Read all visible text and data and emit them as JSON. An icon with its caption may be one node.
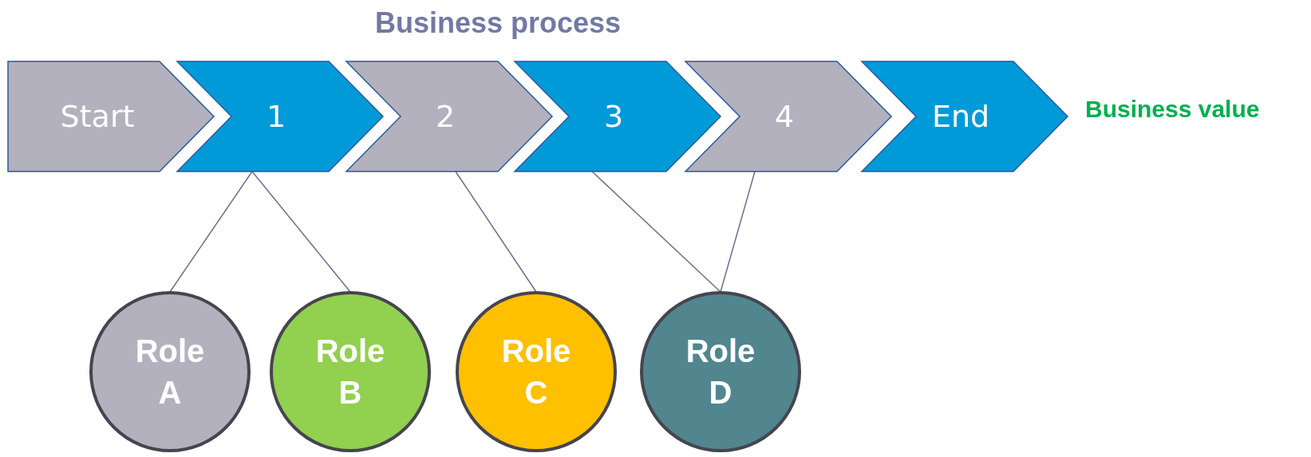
{
  "diagram": {
    "title": "Business process",
    "nodes": [
      {
        "text": [
          "Start"
        ]
      },
      {
        "text": [
          "1"
        ]
      },
      {
        "text": [
          "2"
        ]
      },
      {
        "text": [
          "3"
        ]
      },
      {
        "text": [
          "4"
        ]
      },
      {
        "text": [
          "End"
        ]
      },
      {
        "text": [
          "Role A"
        ]
      },
      {
        "text": [
          "Role B"
        ]
      },
      {
        "text": [
          "Role C"
        ]
      },
      {
        "text": [
          "Role D"
        ]
      }
    ],
    "edges": [
      {
        "from": 1,
        "to": 6,
        "arrow": "none"
      },
      {
        "from": 1,
        "to": 7,
        "arrow": "none"
      },
      {
        "from": 2,
        "to": 8,
        "arrow": "none"
      },
      {
        "from": 3,
        "to": 9,
        "arrow": "none"
      },
      {
        "from": 4,
        "to": 9,
        "arrow": "none"
      }
    ],
    "labels": [
      "Business value"
    ]
  }
}
